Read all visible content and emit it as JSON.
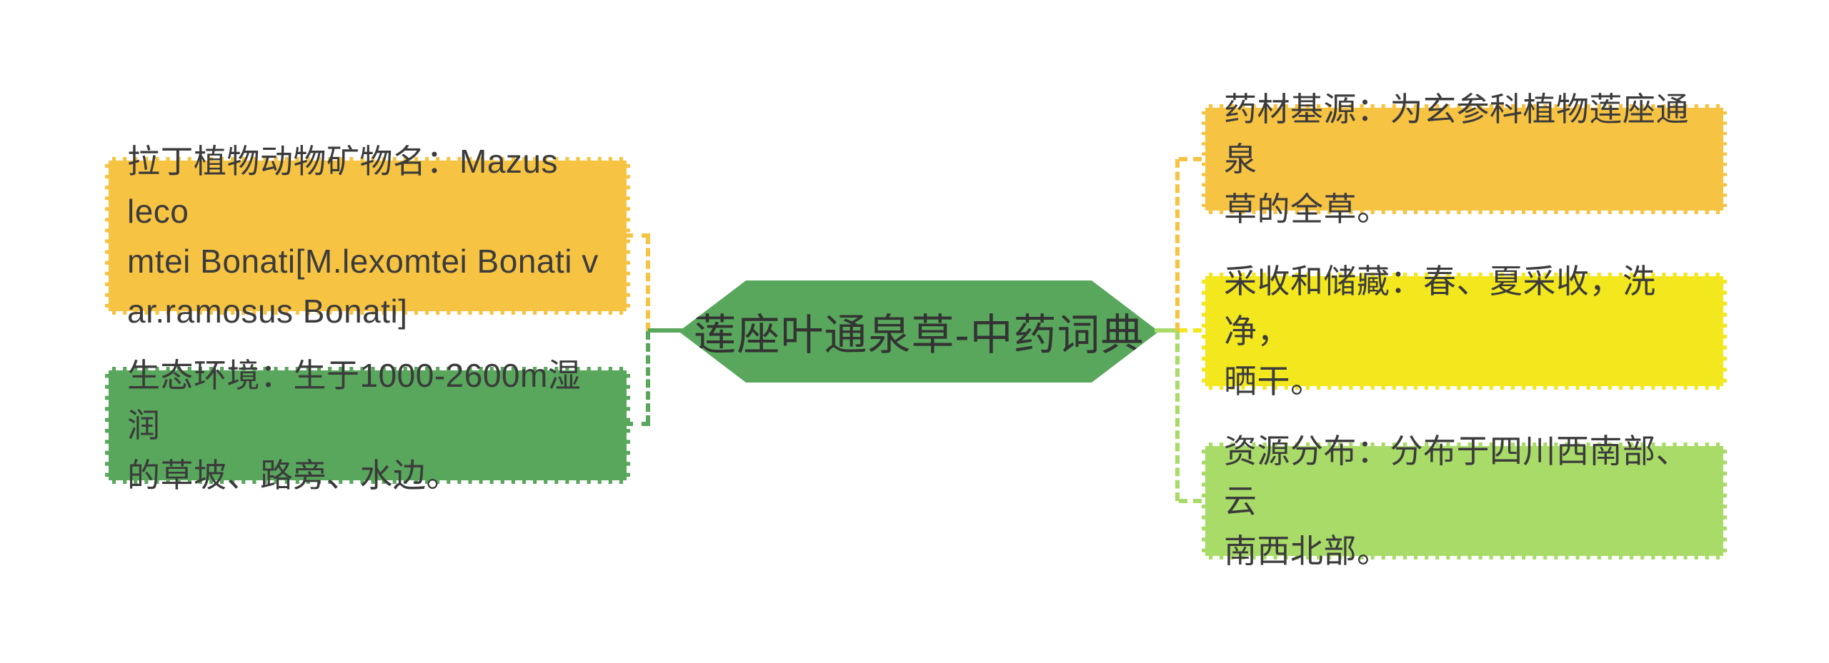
{
  "diagram": {
    "type": "mindmap",
    "center": {
      "label": "莲座叶通泉草-中药词典",
      "fill": "#58A75C"
    },
    "left_nodes": [
      {
        "id": "latin-name",
        "fill": "#F7C343",
        "connector_color": "#F7C343",
        "text": "拉丁植物动物矿物名：Mazus leco\nmtei Bonati[M.lexomtei Bonati v\nar.ramosus Bonati]"
      },
      {
        "id": "ecology",
        "fill": "#58A75C",
        "connector_color": "#58A75C",
        "text": "生态环境：生于1000-2600m湿润\n的草坡、路旁、水边。"
      }
    ],
    "right_nodes": [
      {
        "id": "medicinal-source",
        "fill": "#F7C343",
        "connector_color": "#F7C343",
        "text": "药材基源：为玄参科植物莲座通泉\n草的全草。"
      },
      {
        "id": "harvest-storage",
        "fill": "#F3E71E",
        "connector_color": "#F3E71E",
        "text": "采收和储藏：春、夏采收，洗净，\n晒干。"
      },
      {
        "id": "resource-distribution",
        "fill": "#A9DB69",
        "connector_color": "#A9DB69",
        "text": "资源分布：分布于四川西南部、云\n南西北部。"
      }
    ],
    "colors": {
      "background": "#FFFFFF",
      "text": "#3B3B3B",
      "border_dash": "#FFFFFF",
      "orange": "#F7C343",
      "yellow": "#F3E71E",
      "green": "#58A75C",
      "light_green": "#A9DB69"
    }
  }
}
